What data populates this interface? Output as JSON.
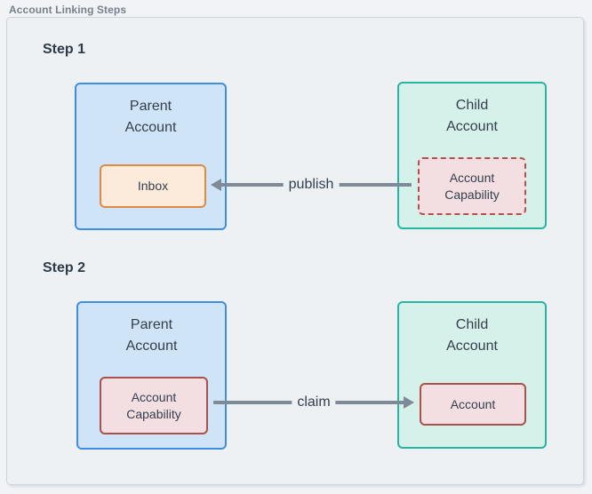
{
  "page": {
    "title": "Account Linking Steps"
  },
  "steps": [
    {
      "label": "Step 1",
      "parent": {
        "title": "Parent\nAccount",
        "inner": "Inbox"
      },
      "child": {
        "title": "Child\nAccount",
        "inner": "Account\nCapability"
      },
      "edge": {
        "label": "publish",
        "direction": "right-to-left"
      }
    },
    {
      "label": "Step 2",
      "parent": {
        "title": "Parent\nAccount",
        "inner": "Account\nCapability"
      },
      "child": {
        "title": "Child\nAccount",
        "inner": "Account"
      },
      "edge": {
        "label": "claim",
        "direction": "left-to-right"
      }
    }
  ],
  "colors": {
    "canvas_background": "#f1f3f6",
    "frame_background": "#eef1f4",
    "frame_border": "#ccd5dc",
    "parent_fill": "#d0e4f7",
    "parent_border": "#3e8ede",
    "child_fill": "#d6f1ea",
    "child_border": "#27b4a0",
    "inbox_fill": "#fcebdb",
    "inbox_border": "#df8a44",
    "capability_fill": "#f3dfe2",
    "capability_border_solid": "#a9514d",
    "capability_border_dashed": "#b2514c",
    "arrow": "#7e8a96",
    "heading_text": "#2d3a48",
    "node_text": "#333f4d",
    "frame_label_text": "#76818c"
  }
}
